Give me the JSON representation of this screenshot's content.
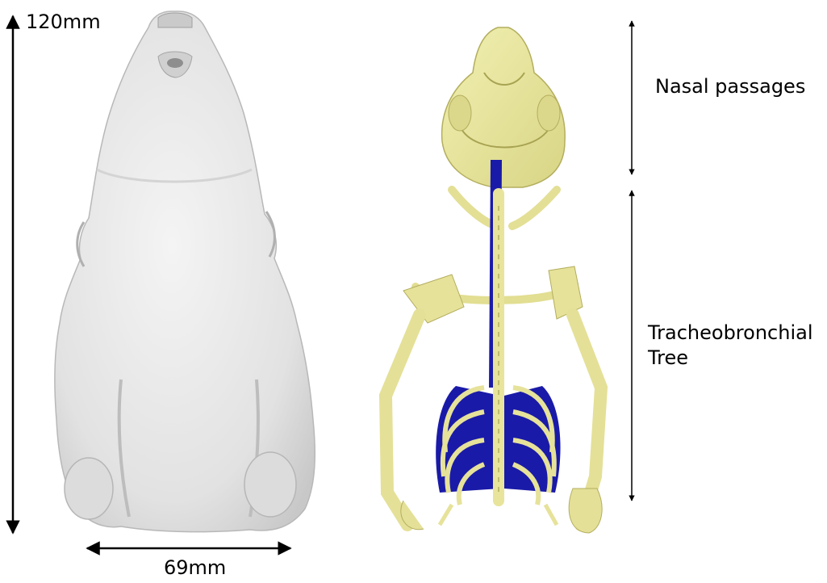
{
  "dimensions": {
    "height_label": "120mm",
    "width_label": "69mm"
  },
  "regions": {
    "nasal_label": "Nasal passages",
    "tree_label_line1": "Tracheobronchial",
    "tree_label_line2": "Tree"
  },
  "colors": {
    "body_surface": "#e4e4e4",
    "bone": "#ecea9e",
    "airway": "#1a1aa8",
    "arrow": "#000000"
  }
}
